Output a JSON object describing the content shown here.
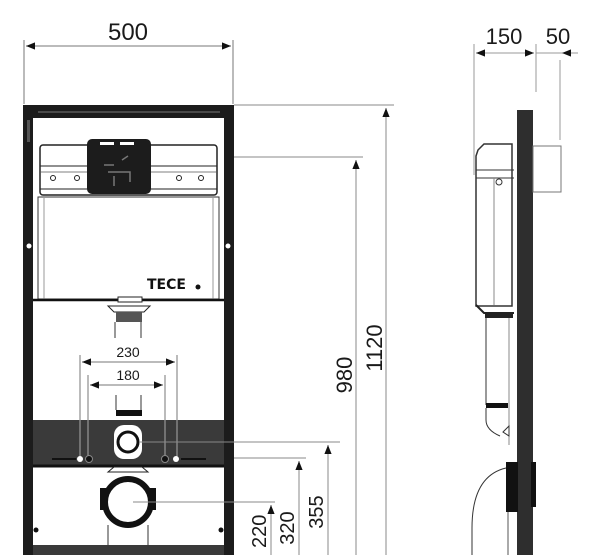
{
  "drawing": {
    "subject": "TECE wall-hung toilet installation frame",
    "brand_label": "TECE",
    "colors": {
      "frame": "#1c1c1c",
      "panel": "#3a3a3a",
      "line": "#555555",
      "background": "#ffffff"
    },
    "front_view": {
      "dimensions": {
        "width": "500",
        "outlet_outer_spacing": "230",
        "outlet_inner_spacing": "180",
        "total_height": "1120",
        "cistern_height": "980",
        "supply_height": "355",
        "rail_height": "320",
        "drain_height": "220"
      }
    },
    "side_view": {
      "dimensions": {
        "depth": "150",
        "button_offset": "50"
      }
    }
  }
}
